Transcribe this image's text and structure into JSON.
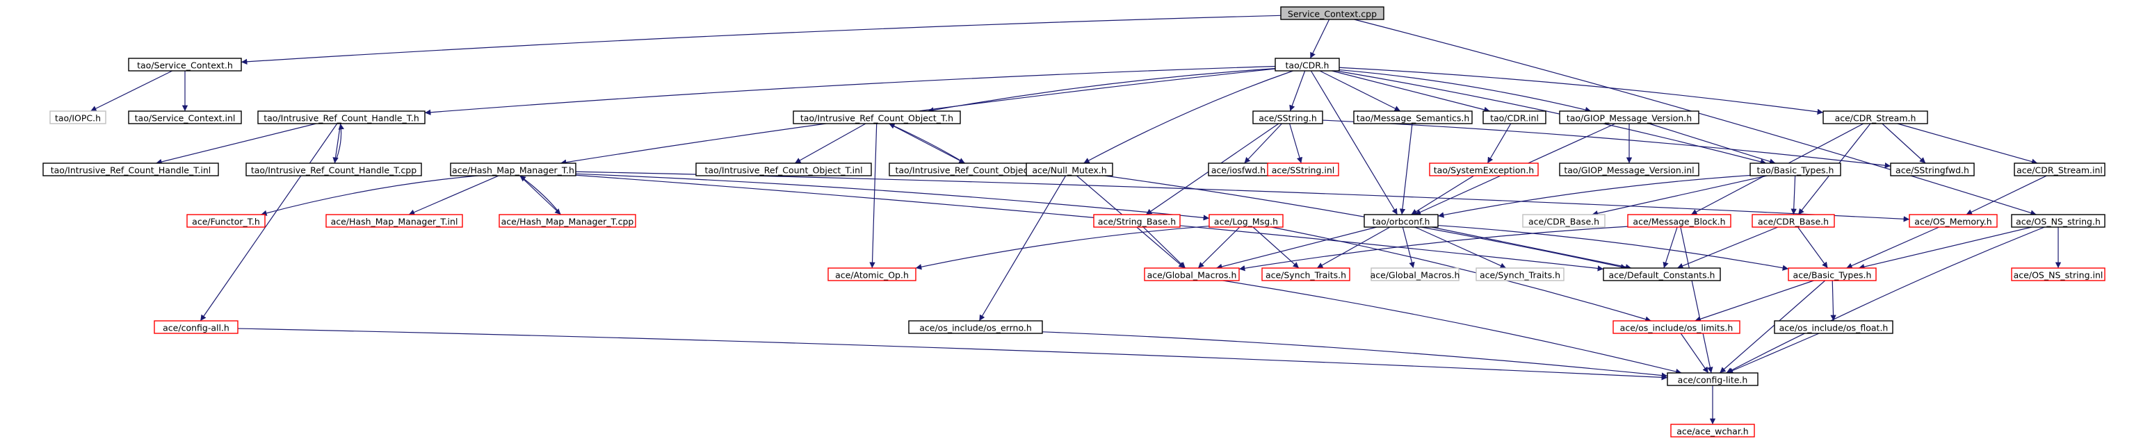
{
  "diagram": {
    "title": "Service_Context.cpp include dependency graph",
    "nodes": [
      {
        "id": "n0",
        "label": "Service_Context.cpp",
        "style": "root"
      },
      {
        "id": "n1",
        "label": "tao/Service_Context.h",
        "style": "black"
      },
      {
        "id": "n2",
        "label": "tao/CDR.h",
        "style": "black"
      },
      {
        "id": "n3",
        "label": "tao/IOPC.h",
        "style": "gray"
      },
      {
        "id": "n4",
        "label": "tao/Service_Context.inl",
        "style": "black"
      },
      {
        "id": "n5",
        "label": "tao/Intrusive_Ref_Count_Handle_T.h",
        "style": "black"
      },
      {
        "id": "n6",
        "label": "tao/Intrusive_Ref_Count_Object_T.h",
        "style": "black"
      },
      {
        "id": "n7",
        "label": "ace/SString.h",
        "style": "black"
      },
      {
        "id": "n8",
        "label": "tao/Message_Semantics.h",
        "style": "black"
      },
      {
        "id": "n9",
        "label": "tao/CDR.inl",
        "style": "black"
      },
      {
        "id": "n10",
        "label": "tao/GIOP_Message_Version.h",
        "style": "black"
      },
      {
        "id": "n11",
        "label": "ace/CDR_Stream.h",
        "style": "black"
      },
      {
        "id": "n12",
        "label": "tao/Intrusive_Ref_Count_Handle_T.inl",
        "style": "black"
      },
      {
        "id": "n13",
        "label": "tao/Intrusive_Ref_Count_Handle_T.cpp",
        "style": "black"
      },
      {
        "id": "n14",
        "label": "tao/Intrusive_Ref_Count_Object_T.inl",
        "style": "black"
      },
      {
        "id": "n15",
        "label": "tao/Intrusive_Ref_Count_Object_T.cpp",
        "style": "black"
      },
      {
        "id": "n16",
        "label": "ace/Hash_Map_Manager_T.h",
        "style": "black"
      },
      {
        "id": "n17",
        "label": "ace/Null_Mutex.h",
        "style": "black"
      },
      {
        "id": "n18",
        "label": "ace/iosfwd.h",
        "style": "black"
      },
      {
        "id": "n19",
        "label": "ace/SString.inl",
        "style": "red"
      },
      {
        "id": "n20",
        "label": "tao/SystemException.h",
        "style": "red"
      },
      {
        "id": "n21",
        "label": "tao/GIOP_Message_Version.inl",
        "style": "black"
      },
      {
        "id": "n22",
        "label": "tao/Basic_Types.h",
        "style": "black"
      },
      {
        "id": "n23",
        "label": "ace/SStringfwd.h",
        "style": "black"
      },
      {
        "id": "n24",
        "label": "ace/CDR_Stream.inl",
        "style": "black"
      },
      {
        "id": "n25",
        "label": "ace/Functor_T.h",
        "style": "red"
      },
      {
        "id": "n26",
        "label": "ace/Hash_Map_Manager_T.inl",
        "style": "red"
      },
      {
        "id": "n27",
        "label": "ace/Hash_Map_Manager_T.cpp",
        "style": "red"
      },
      {
        "id": "n28",
        "label": "ace/String_Base.h",
        "style": "red"
      },
      {
        "id": "n29",
        "label": "ace/Log_Msg.h",
        "style": "red"
      },
      {
        "id": "n30",
        "label": "tao/orbconf.h",
        "style": "black"
      },
      {
        "id": "n31",
        "label": "ace/CDR_Base.h",
        "style": "gray"
      },
      {
        "id": "n32",
        "label": "ace/Message_Block.h",
        "style": "red"
      },
      {
        "id": "n33",
        "label": "ace/CDR_Base.h",
        "style": "red"
      },
      {
        "id": "n34",
        "label": "ace/OS_Memory.h",
        "style": "red"
      },
      {
        "id": "n35",
        "label": "ace/OS_NS_string.h",
        "style": "black"
      },
      {
        "id": "n36",
        "label": "ace/Atomic_Op.h",
        "style": "red"
      },
      {
        "id": "n37",
        "label": "ace/Global_Macros.h",
        "style": "red"
      },
      {
        "id": "n38",
        "label": "ace/Synch_Traits.h",
        "style": "red"
      },
      {
        "id": "n39",
        "label": "ace/Global_Macros.h",
        "style": "gray"
      },
      {
        "id": "n40",
        "label": "ace/Synch_Traits.h",
        "style": "gray"
      },
      {
        "id": "n41",
        "label": "ace/Default_Constants.h",
        "style": "black"
      },
      {
        "id": "n42",
        "label": "ace/Basic_Types.h",
        "style": "red"
      },
      {
        "id": "n43",
        "label": "ace/OS_NS_string.inl",
        "style": "red"
      },
      {
        "id": "n44",
        "label": "ace/config-all.h",
        "style": "red"
      },
      {
        "id": "n45",
        "label": "ace/os_include/os_errno.h",
        "style": "black"
      },
      {
        "id": "n46",
        "label": "ace/os_include/os_limits.h",
        "style": "red"
      },
      {
        "id": "n47",
        "label": "ace/os_include/os_float.h",
        "style": "black"
      },
      {
        "id": "n48",
        "label": "ace/config-lite.h",
        "style": "black"
      },
      {
        "id": "n49",
        "label": "ace/ace_wchar.h",
        "style": "red"
      }
    ],
    "edges": [
      [
        "n0",
        "n1"
      ],
      [
        "n0",
        "n2"
      ],
      [
        "n0",
        "n35"
      ],
      [
        "n1",
        "n3"
      ],
      [
        "n1",
        "n4"
      ],
      [
        "n2",
        "n5"
      ],
      [
        "n2",
        "n6"
      ],
      [
        "n2",
        "n7"
      ],
      [
        "n2",
        "n8"
      ],
      [
        "n2",
        "n9"
      ],
      [
        "n2",
        "n10"
      ],
      [
        "n2",
        "n11"
      ],
      [
        "n2",
        "n16"
      ],
      [
        "n2",
        "n17"
      ],
      [
        "n2",
        "n22"
      ],
      [
        "n2",
        "n30"
      ],
      [
        "n5",
        "n12"
      ],
      [
        "n5",
        "n13"
      ],
      [
        "n13",
        "n5"
      ],
      [
        "n5",
        "n44"
      ],
      [
        "n6",
        "n14"
      ],
      [
        "n6",
        "n15"
      ],
      [
        "n15",
        "n6"
      ],
      [
        "n6",
        "n36"
      ],
      [
        "n7",
        "n18"
      ],
      [
        "n7",
        "n19"
      ],
      [
        "n7",
        "n28"
      ],
      [
        "n7",
        "n23"
      ],
      [
        "n8",
        "n30"
      ],
      [
        "n9",
        "n20"
      ],
      [
        "n20",
        "n30"
      ],
      [
        "n10",
        "n21"
      ],
      [
        "n10",
        "n22"
      ],
      [
        "n10",
        "n30"
      ],
      [
        "n11",
        "n23"
      ],
      [
        "n11",
        "n24"
      ],
      [
        "n11",
        "n32"
      ],
      [
        "n11",
        "n33"
      ],
      [
        "n16",
        "n25"
      ],
      [
        "n16",
        "n26"
      ],
      [
        "n16",
        "n27"
      ],
      [
        "n27",
        "n16"
      ],
      [
        "n16",
        "n29"
      ],
      [
        "n16",
        "n41"
      ],
      [
        "n16",
        "n34"
      ],
      [
        "n17",
        "n37"
      ],
      [
        "n17",
        "n45"
      ],
      [
        "n17",
        "n41"
      ],
      [
        "n22",
        "n30"
      ],
      [
        "n22",
        "n31"
      ],
      [
        "n22",
        "n33"
      ],
      [
        "n24",
        "n34"
      ],
      [
        "n28",
        "n37"
      ],
      [
        "n29",
        "n36"
      ],
      [
        "n29",
        "n37"
      ],
      [
        "n29",
        "n38"
      ],
      [
        "n29",
        "n46"
      ],
      [
        "n30",
        "n37"
      ],
      [
        "n30",
        "n38"
      ],
      [
        "n30",
        "n39"
      ],
      [
        "n30",
        "n40"
      ],
      [
        "n30",
        "n41"
      ],
      [
        "n30",
        "n42"
      ],
      [
        "n32",
        "n37"
      ],
      [
        "n32",
        "n41"
      ],
      [
        "n32",
        "n48"
      ],
      [
        "n33",
        "n41"
      ],
      [
        "n33",
        "n42"
      ],
      [
        "n34",
        "n42"
      ],
      [
        "n35",
        "n42"
      ],
      [
        "n35",
        "n43"
      ],
      [
        "n35",
        "n48"
      ],
      [
        "n37",
        "n48"
      ],
      [
        "n42",
        "n46"
      ],
      [
        "n42",
        "n47"
      ],
      [
        "n42",
        "n48"
      ],
      [
        "n44",
        "n48"
      ],
      [
        "n45",
        "n48"
      ],
      [
        "n46",
        "n48"
      ],
      [
        "n47",
        "n48"
      ],
      [
        "n48",
        "n49"
      ]
    ]
  }
}
